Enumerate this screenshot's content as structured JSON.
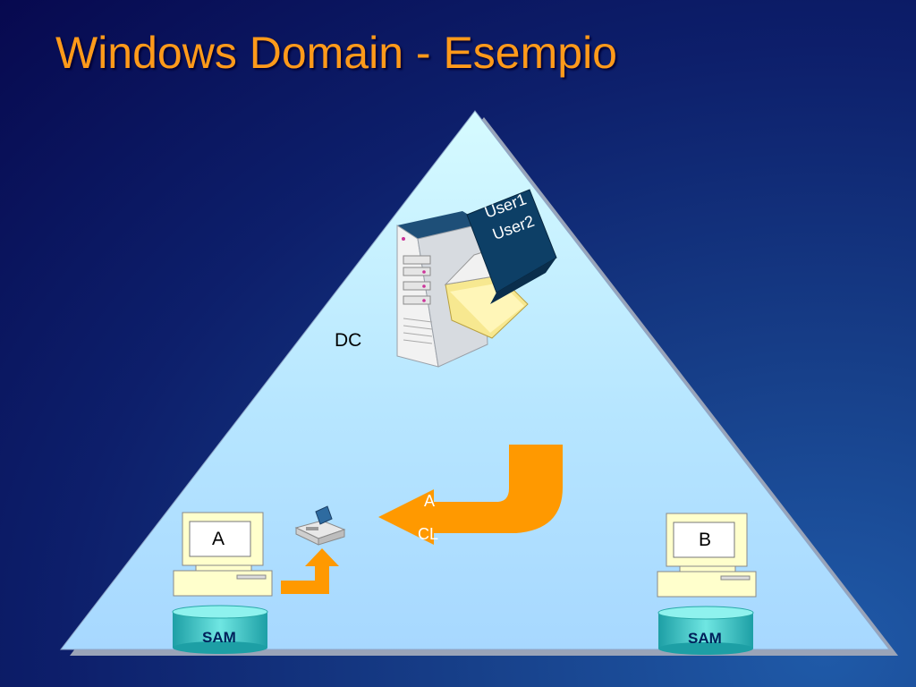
{
  "slide": {
    "title": "Windows Domain - Esempio"
  },
  "diagram": {
    "dc_label": "DC",
    "user_list": [
      "User1",
      "User2"
    ],
    "acl_label_line1": "A",
    "acl_label_line2": "CL",
    "computer_a_label": "A",
    "computer_b_label": "B",
    "sam_label_left": "SAM",
    "sam_label_right": "SAM"
  },
  "colors": {
    "title": "#ff9a1a",
    "arrow": "#ff9900",
    "triangle_fill": "#c8f4ff",
    "sam_fill": "#3fc8c8",
    "user_folder": "#0d3f66"
  }
}
